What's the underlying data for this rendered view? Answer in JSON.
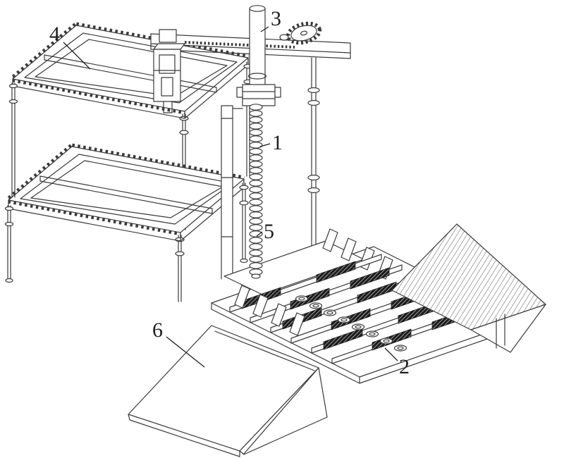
{
  "figure": {
    "background_color": "#ffffff",
    "line_color": "#3a3a3a",
    "label_color": "#1f1f1f",
    "knurl_fill_color": "#1c1c1c",
    "labels": {
      "part1": "1",
      "part2": "2",
      "part3": "3",
      "part4": "4",
      "part5": "5",
      "part6": "6"
    }
  }
}
